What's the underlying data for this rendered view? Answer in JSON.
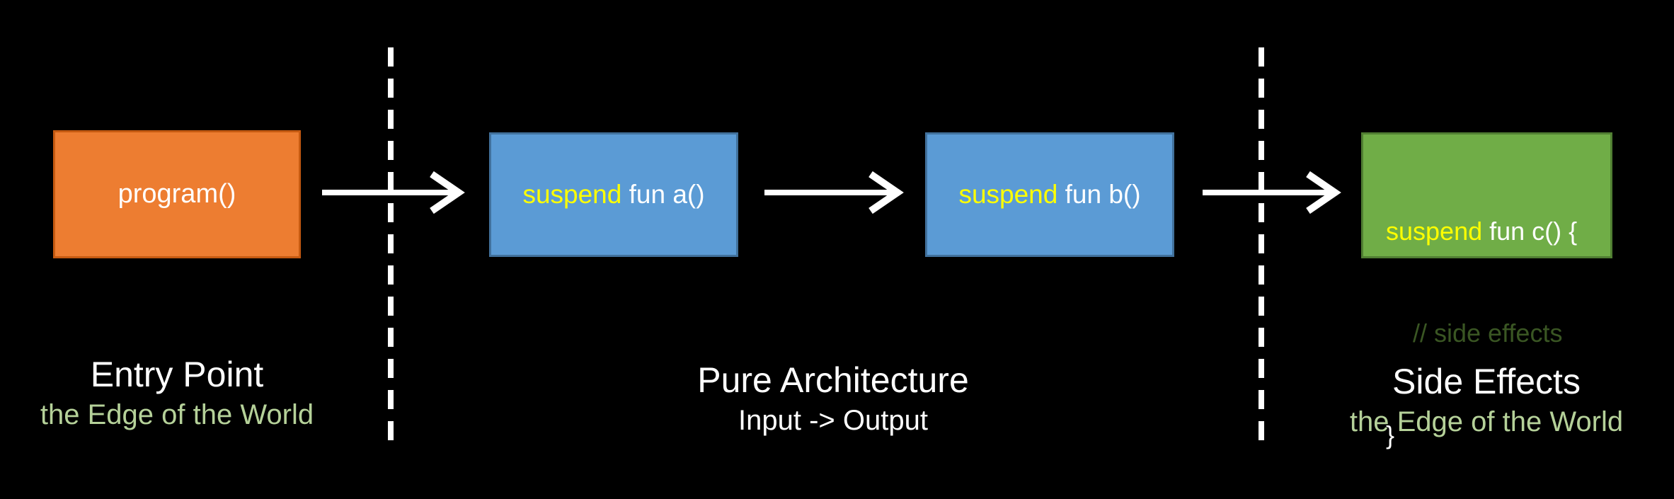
{
  "diagram": {
    "type": "flow-diagram",
    "background": "#000000",
    "boxes": {
      "program": {
        "text": "program()"
      },
      "fun_a": {
        "keyword": "suspend",
        "rest": " fun a()"
      },
      "fun_b": {
        "keyword": "suspend",
        "rest": " fun b()"
      },
      "fun_c": {
        "line1_keyword": "suspend",
        "line1_rest": " fun c() {",
        "line2_comment": "// side effects",
        "line3": "}"
      }
    },
    "sections": {
      "entry": {
        "title": "Entry Point",
        "subtitle": "the Edge of the World"
      },
      "pure": {
        "title": "Pure Architecture",
        "subtitle": "Input -> Output"
      },
      "side": {
        "title": "Side Effects",
        "subtitle": "the Edge of the World"
      }
    },
    "connectors": {
      "arrows": 3,
      "dashed_boundaries": 2
    },
    "colors": {
      "orange_fill": "#ED7D31",
      "orange_border": "#C55A11",
      "blue_fill": "#5B9BD5",
      "blue_border": "#41719C",
      "green_fill": "#70AD47",
      "green_border": "#507E32",
      "keyword_yellow": "#FFFF00",
      "comment_dark_green": "#3A5623",
      "subtitle_light_green": "#B5D199",
      "text_white": "#FFFFFF",
      "connector_white": "#FFFFFF"
    }
  }
}
